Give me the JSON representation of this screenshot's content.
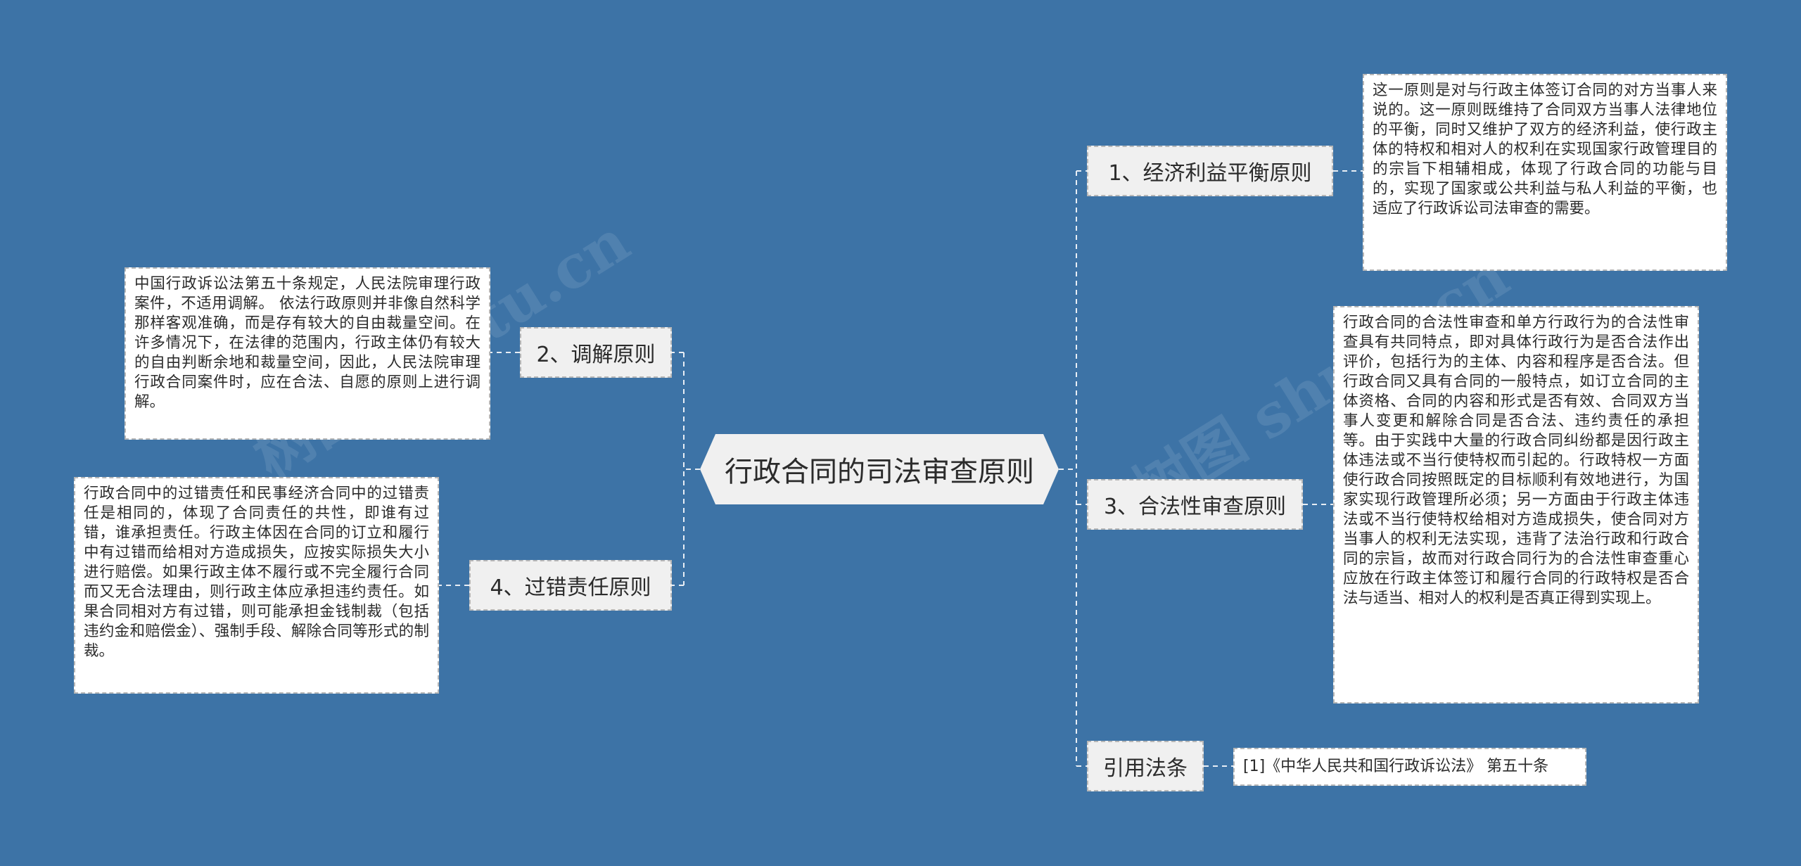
{
  "root": {
    "label": "行政合同的司法审查原则"
  },
  "branches": {
    "b1": {
      "label": "1、经济利益平衡原则",
      "text": "这一原则是对与行政主体签订合同的对方当事人来说的。这一原则既维持了合同双方当事人法律地位的平衡，同时又维护了双方的经济利益，使行政主体的特权和相对人的权利在实现国家行政管理目的的宗旨下相辅相成，体现了行政合同的功能与目的，实现了国家或公共利益与私人利益的平衡，也适应了行政诉讼司法审查的需要。"
    },
    "b2": {
      "label": "2、调解原则",
      "text": "中国行政诉讼法第五十条规定，人民法院审理行政案件，不适用调解。 依法行政原则并非像自然科学那样客观准确，而是存有较大的自由裁量空间。在许多情况下，在法律的范围内，行政主体仍有较大的自由判断余地和裁量空间，因此，人民法院审理行政合同案件时，应在合法、自愿的原则上进行调解。"
    },
    "b3": {
      "label": "3、合法性审查原则",
      "text": "行政合同的合法性审查和单方行政行为的合法性审查具有共同特点，即对具体行政行为是否合法作出评价，包括行为的主体、内容和程序是否合法。但行政合同又具有合同的一般特点，如订立合同的主体资格、合同的内容和形式是否有效、合同双方当事人变更和解除合同是否合法、违约责任的承担等。由于实践中大量的行政合同纠纷都是因行政主体违法或不当行使特权而引起的。行政特权一方面使行政合同按照既定的目标顺利有效地进行，为国家实现行政管理所必须；另一方面由于行政主体违法或不当行使特权给相对方造成损失，使合同对方当事人的权利无法实现，违背了法治行政和行政合同的宗旨，故而对行政合同行为的合法性审查重心应放在行政主体签订和履行合同的行政特权是否合法与适当、相对人的权利是否真正得到实现上。"
    },
    "b4": {
      "label": "4、过错责任原则",
      "text": "行政合同中的过错责任和民事经济合同中的过错责任是相同的，体现了合同责任的共性，即谁有过错，谁承担责任。行政主体因在合同的订立和履行中有过错而给相对方造成损失，应按实际损失大小进行赔偿。如果行政主体不履行或不完全履行合同而又无合法理由，则行政主体应承担违约责任。如果合同相对方有过错，则可能承担金钱制裁（包括违约金和赔偿金）、强制手段、解除合同等形式的制裁。"
    },
    "b5": {
      "label": "引用法条",
      "text": "[1]《中华人民共和国行政诉讼法》 第五十条"
    }
  },
  "watermark": {
    "text": "树图 shutu.cn"
  },
  "colors": {
    "background": "#3d73a6",
    "branch_fill": "#f0f0f0",
    "leaf_fill": "#ffffff",
    "border": "#b7b7b7"
  }
}
